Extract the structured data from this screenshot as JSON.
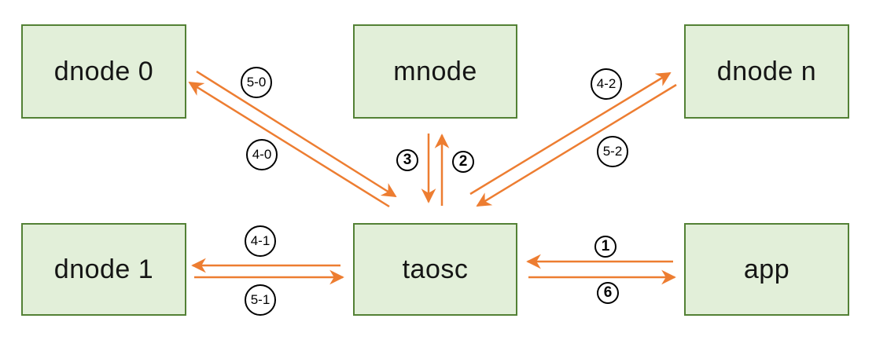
{
  "diagram": {
    "description": "Architecture message-flow diagram with client (taosc), management node (mnode), data nodes and application",
    "background": "#ffffff"
  },
  "colors": {
    "node_fill": "#e2efd9",
    "node_border": "#538135",
    "arrow": "#ed7d31",
    "badge_border": "#000000",
    "text": "#151515"
  },
  "nodes": [
    {
      "id": "dnode-0",
      "label": "dnode 0"
    },
    {
      "id": "mnode",
      "label": "mnode"
    },
    {
      "id": "dnode-n",
      "label": "dnode n"
    },
    {
      "id": "dnode-1",
      "label": "dnode 1"
    },
    {
      "id": "taosc",
      "label": "taosc"
    },
    {
      "id": "app",
      "label": "app"
    }
  ],
  "edges": [
    {
      "id": "step-5-0",
      "label": "5-0",
      "from": "dnode 0",
      "to": "taosc"
    },
    {
      "id": "step-4-0",
      "label": "4-0",
      "from": "taosc",
      "to": "dnode 0"
    },
    {
      "id": "step-3",
      "label": "3",
      "from": "mnode",
      "to": "taosc"
    },
    {
      "id": "step-2",
      "label": "2",
      "from": "taosc",
      "to": "mnode"
    },
    {
      "id": "step-4-2",
      "label": "4-2",
      "from": "taosc",
      "to": "dnode n"
    },
    {
      "id": "step-5-2",
      "label": "5-2",
      "from": "dnode n",
      "to": "taosc"
    },
    {
      "id": "step-4-1",
      "label": "4-1",
      "from": "taosc",
      "to": "dnode 1"
    },
    {
      "id": "step-5-1",
      "label": "5-1",
      "from": "dnode 1",
      "to": "taosc"
    },
    {
      "id": "step-1",
      "label": "1",
      "from": "app",
      "to": "taosc"
    },
    {
      "id": "step-6",
      "label": "6",
      "from": "taosc",
      "to": "app"
    }
  ]
}
